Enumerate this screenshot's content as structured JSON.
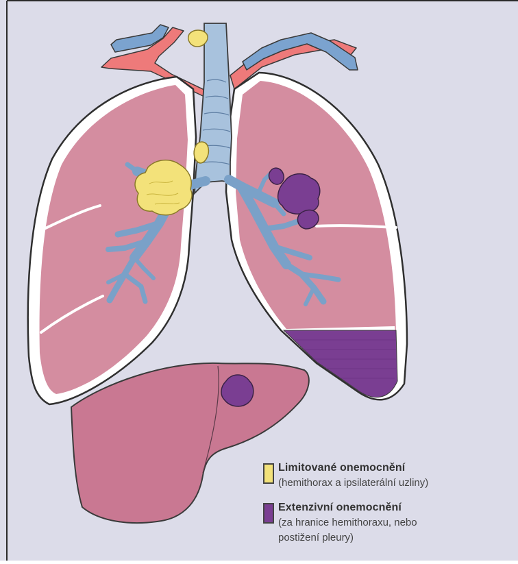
{
  "colors": {
    "background": "#dcdce9",
    "frame": "#2a2a2a",
    "lung": "#d48da0",
    "lung_outline": "#3a3a3a",
    "pleura_white": "#ffffff",
    "trachea": "#a8c2dd",
    "bronchi": "#7aa1c8",
    "artery": "#ee7a7a",
    "vein": "#7ba3cf",
    "liver": "#c97892",
    "limited": "#f3e27a",
    "extensive": "#7a3e92"
  },
  "icons": {
    "limited_swatch": "yellow-square-swatch",
    "extensive_swatch": "purple-square-swatch"
  },
  "legend": {
    "limited": {
      "title": "Limitované onemocnění",
      "subtitle": "(hemithorax a ipsilaterální uzliny)"
    },
    "extensive": {
      "title": "Extenzivní onemocnění",
      "subtitle_line1": "(za hranice hemithoraxu, nebo",
      "subtitle_line2": "postižení pleury)"
    }
  }
}
